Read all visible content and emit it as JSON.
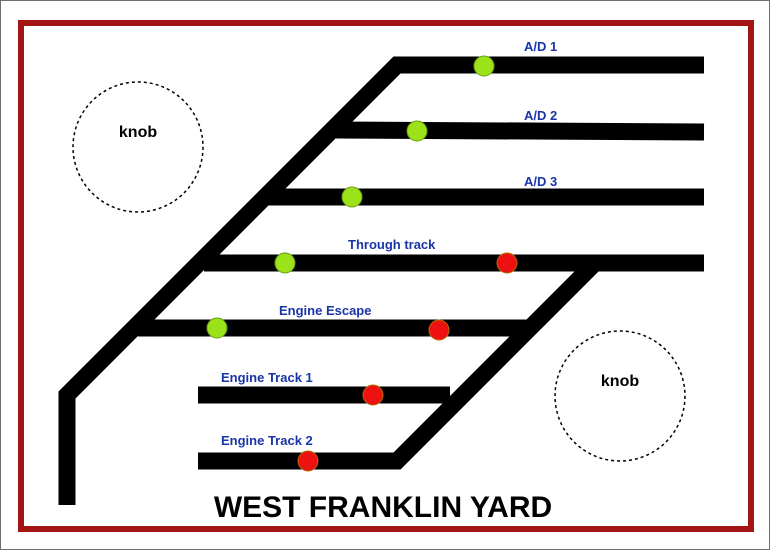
{
  "title": "WEST FRANKLIN YARD",
  "knobs": [
    {
      "label": "knob"
    },
    {
      "label": "knob"
    }
  ],
  "tracks": [
    {
      "label": "A/D 1",
      "signals": [
        "green"
      ]
    },
    {
      "label": "A/D 2",
      "signals": [
        "green"
      ]
    },
    {
      "label": "A/D 3",
      "signals": [
        "green"
      ]
    },
    {
      "label": "Through track",
      "signals": [
        "green",
        "red"
      ]
    },
    {
      "label": "Engine Escape",
      "signals": [
        "green",
        "red"
      ]
    },
    {
      "label": "Engine Track 1",
      "signals": [
        "red"
      ]
    },
    {
      "label": "Engine Track 2",
      "signals": [
        "red"
      ]
    }
  ],
  "colors": {
    "frame": "#a31414",
    "track": "#000000",
    "label": "#1a35a8",
    "signal_green": "#9be21a",
    "signal_red": "#ee1111"
  }
}
